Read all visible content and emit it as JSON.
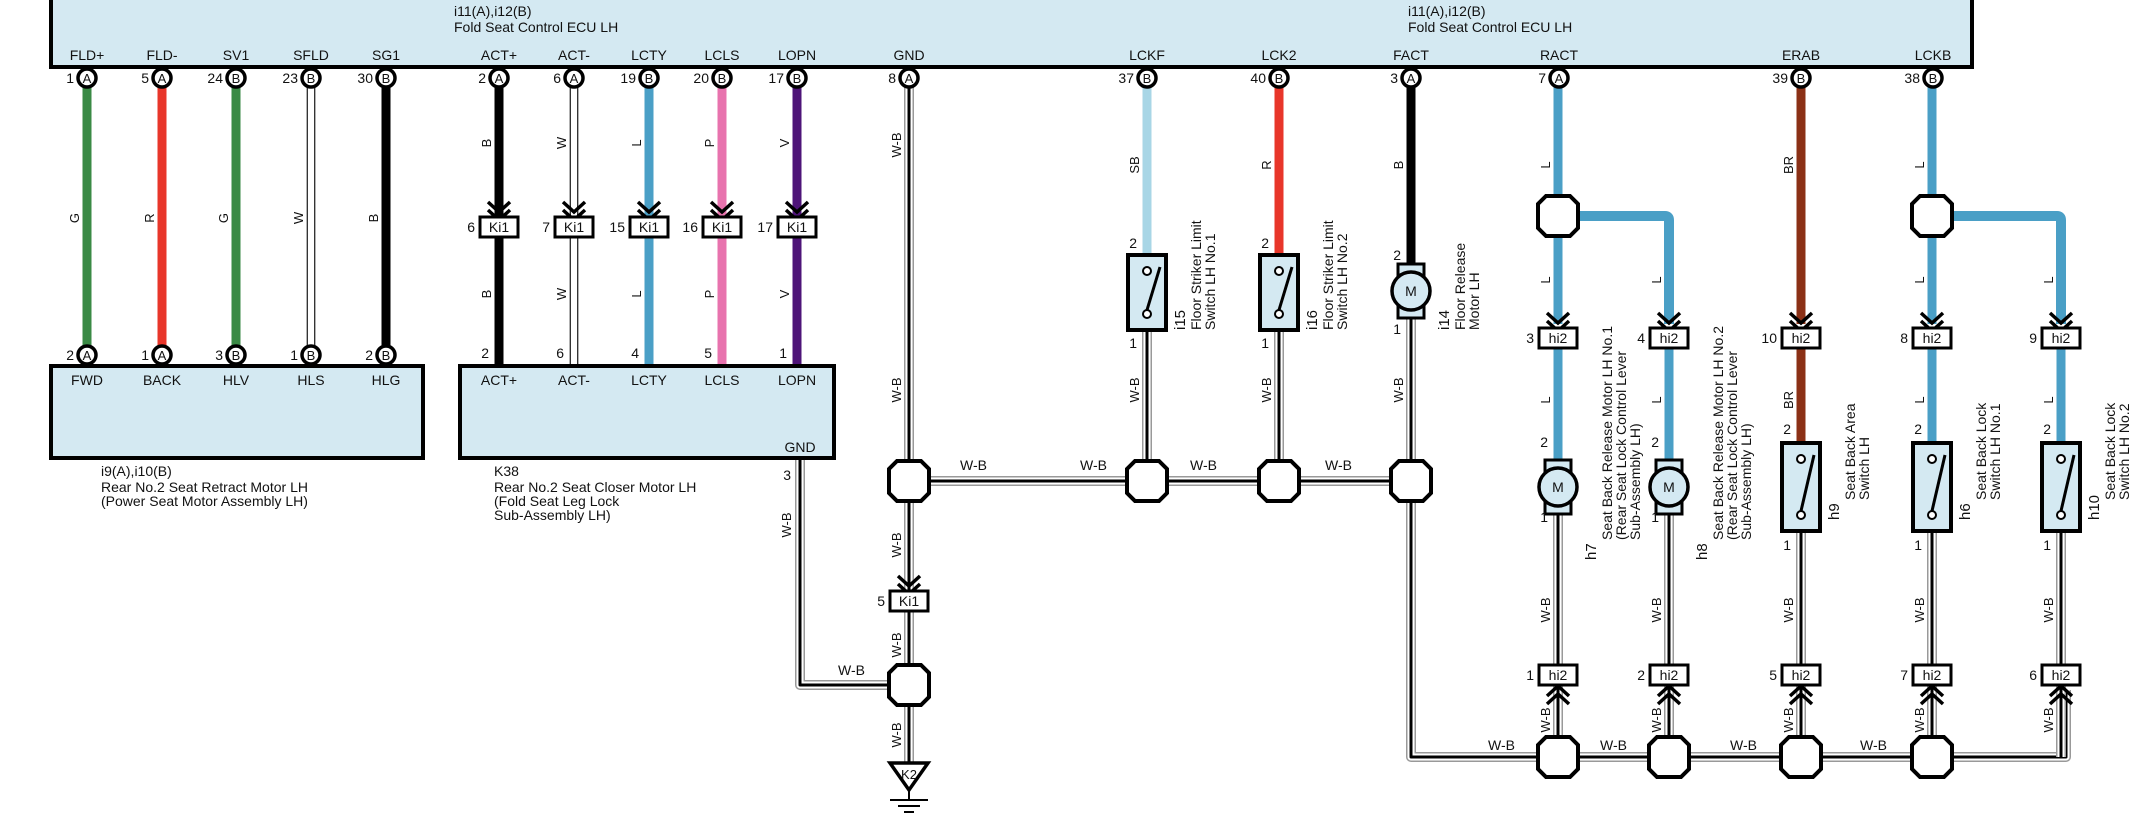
{
  "ecu": {
    "title_left": [
      "i11(A),i12(B)",
      "Fold Seat Control ECU LH"
    ],
    "title_right": [
      "i11(A),i12(B)",
      "Fold Seat Control ECU LH"
    ]
  },
  "wire_colors": {
    "G": "#3a8a45",
    "R": "#e8362a",
    "W": "#ffffff",
    "B": "#000000",
    "L": "#4a9fc6",
    "P": "#e873ae",
    "V": "#4e1478",
    "SB": "#a8d6e6",
    "BR": "#8b3016",
    "W-B": "#ffffff"
  },
  "ecu_pins": [
    {
      "name": "FLD+",
      "pin": "1",
      "conn": "A",
      "color": "G",
      "label": "G"
    },
    {
      "name": "FLD-",
      "pin": "5",
      "conn": "A",
      "color": "R",
      "label": "R"
    },
    {
      "name": "SV1",
      "pin": "24",
      "conn": "B",
      "color": "G",
      "label": "G"
    },
    {
      "name": "SFLD",
      "pin": "23",
      "conn": "B",
      "color": "W",
      "label": "W"
    },
    {
      "name": "SG1",
      "pin": "30",
      "conn": "B",
      "color": "B",
      "label": "B"
    },
    {
      "name": "ACT+",
      "pin": "2",
      "conn": "A",
      "color": "B",
      "label": "B"
    },
    {
      "name": "ACT-",
      "pin": "6",
      "conn": "A",
      "color": "W",
      "label": "W"
    },
    {
      "name": "LCTY",
      "pin": "19",
      "conn": "B",
      "color": "L",
      "label": "L"
    },
    {
      "name": "LCLS",
      "pin": "20",
      "conn": "B",
      "color": "P",
      "label": "P"
    },
    {
      "name": "LOPN",
      "pin": "17",
      "conn": "B",
      "color": "V",
      "label": "V"
    },
    {
      "name": "GND",
      "pin": "8",
      "conn": "A",
      "color": "W-B",
      "label": "W-B"
    },
    {
      "name": "LCKF",
      "pin": "37",
      "conn": "B",
      "color": "SB",
      "label": "SB"
    },
    {
      "name": "LCK2",
      "pin": "40",
      "conn": "B",
      "color": "R",
      "label": "R"
    },
    {
      "name": "FACT",
      "pin": "3",
      "conn": "A",
      "color": "B",
      "label": "B"
    },
    {
      "name": "RACT",
      "pin": "7",
      "conn": "A",
      "color": "L",
      "label": "L"
    },
    {
      "name": "ERAB",
      "pin": "39",
      "conn": "B",
      "color": "BR",
      "label": "BR"
    },
    {
      "name": "LCKB",
      "pin": "38",
      "conn": "B",
      "color": "L",
      "label": "L"
    }
  ],
  "retract_motor": {
    "id": "i9(A),i10(B)",
    "name": "Rear No.2 Seat Retract Motor LH",
    "sub": "(Power Seat Motor Assembly LH)",
    "pins": [
      {
        "name": "FWD",
        "pin": "2",
        "conn": "A"
      },
      {
        "name": "BACK",
        "pin": "1",
        "conn": "A"
      },
      {
        "name": "HLV",
        "pin": "3",
        "conn": "B"
      },
      {
        "name": "HLS",
        "pin": "1",
        "conn": "B"
      },
      {
        "name": "HLG",
        "pin": "2",
        "conn": "B"
      }
    ]
  },
  "closer_motor": {
    "id": "K38",
    "name": "Rear No.2 Seat Closer Motor LH",
    "sub": [
      "(Fold Seat Leg Lock",
      " Sub-Assembly LH)"
    ],
    "pins": [
      {
        "name": "ACT+",
        "pin": "2",
        "color": "B"
      },
      {
        "name": "ACT-",
        "pin": "6",
        "color": "W"
      },
      {
        "name": "LCTY",
        "pin": "4",
        "color": "L"
      },
      {
        "name": "LCLS",
        "pin": "5",
        "color": "P"
      },
      {
        "name": "LOPN",
        "pin": "1",
        "color": "V"
      }
    ],
    "gnd_label": "GND",
    "gnd_pin": "3",
    "gnd_wire": "W-B"
  },
  "ki1": {
    "label": "Ki1",
    "pins": [
      "6",
      "7",
      "15",
      "16",
      "17"
    ],
    "gnd_pin": "5"
  },
  "ground": {
    "label": "K2",
    "wire": "W-B"
  },
  "floor_components": [
    {
      "id": "i15",
      "name": [
        "Floor Striker Limit",
        "Switch LH No.1"
      ],
      "type": "switch",
      "pin_top": "2",
      "pin_bot": "1"
    },
    {
      "id": "i16",
      "name": [
        "Floor Striker Limit",
        "Switch LH No.2"
      ],
      "type": "switch",
      "pin_top": "2",
      "pin_bot": "1"
    },
    {
      "id": "i14",
      "name": [
        "Floor Release",
        "Motor LH"
      ],
      "type": "motor",
      "pin_top": "2",
      "pin_bot": "1",
      "motor_label": "M"
    }
  ],
  "hi2": {
    "label": "hi2",
    "upper_pins": [
      "3",
      "4",
      "10",
      "8",
      "9"
    ],
    "lower_pins": [
      "1",
      "2",
      "5",
      "7",
      "6"
    ]
  },
  "seat_components": [
    {
      "id": "h7",
      "name": [
        "Seat Back Release Motor LH No.1",
        "(Rear Seat Lock Control Lever",
        "Sub-Assembly LH)"
      ],
      "type": "motor",
      "color": "L",
      "pin_top": "2",
      "pin_bot": "1",
      "motor_label": "M"
    },
    {
      "id": "h8",
      "name": [
        "Seat Back Release Motor LH No.2",
        "(Rear Seat Lock Control Lever",
        "Sub-Assembly LH)"
      ],
      "type": "motor",
      "color": "L",
      "pin_top": "2",
      "pin_bot": "1",
      "motor_label": "M"
    },
    {
      "id": "h9",
      "name": [
        "Seat Back Area",
        "Switch LH"
      ],
      "type": "switch",
      "color": "BR",
      "pin_top": "2",
      "pin_bot": "1"
    },
    {
      "id": "h6",
      "name": [
        "Seat Back Lock",
        "Switch LH No.1"
      ],
      "type": "switch",
      "color": "L",
      "pin_top": "2",
      "pin_bot": "1"
    },
    {
      "id": "h10",
      "name": [
        "Seat Back Lock",
        "Switch LH No.2"
      ],
      "type": "switch",
      "color": "L",
      "pin_top": "2",
      "pin_bot": "1"
    }
  ],
  "ground_wire_label": "W-B"
}
